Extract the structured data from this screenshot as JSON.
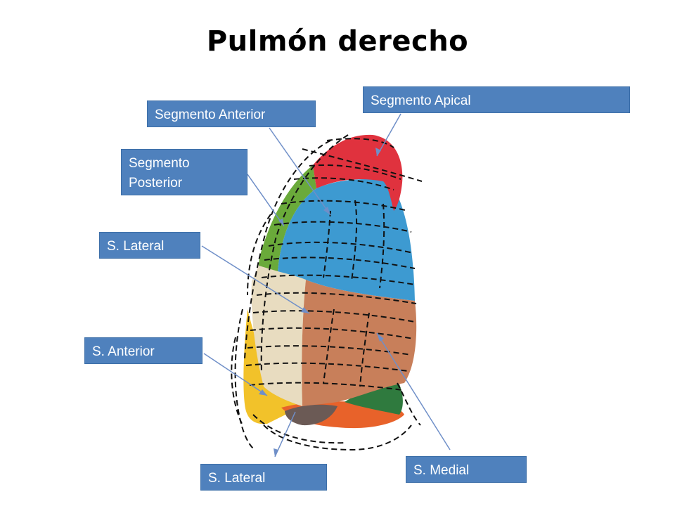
{
  "title": "Pulmón derecho",
  "labels": {
    "apical": "Segmento Apical",
    "anterior": "Segmento Anterior",
    "posterior_line1": "Segmento",
    "posterior_line2": "Posterior",
    "lateral_upper": "S. Lateral",
    "anterior_lower": "S. Anterior",
    "lateral_lower": "S. Lateral",
    "medial": "S. Medial"
  },
  "colors": {
    "label_bg": "#4f81bd",
    "apical_segment": "#e0323e",
    "anterior_segment": "#3d9ad1",
    "posterior_segment": "#6aaa3a",
    "lateral_segment_middle": "#e8dcc0",
    "medial_segment": "#c87f5a",
    "anterior_segment_lower": "#f2c22a",
    "basal_orange": "#e8622a",
    "basal_green": "#2f7a3e",
    "arrow": "#6f8fc8"
  }
}
